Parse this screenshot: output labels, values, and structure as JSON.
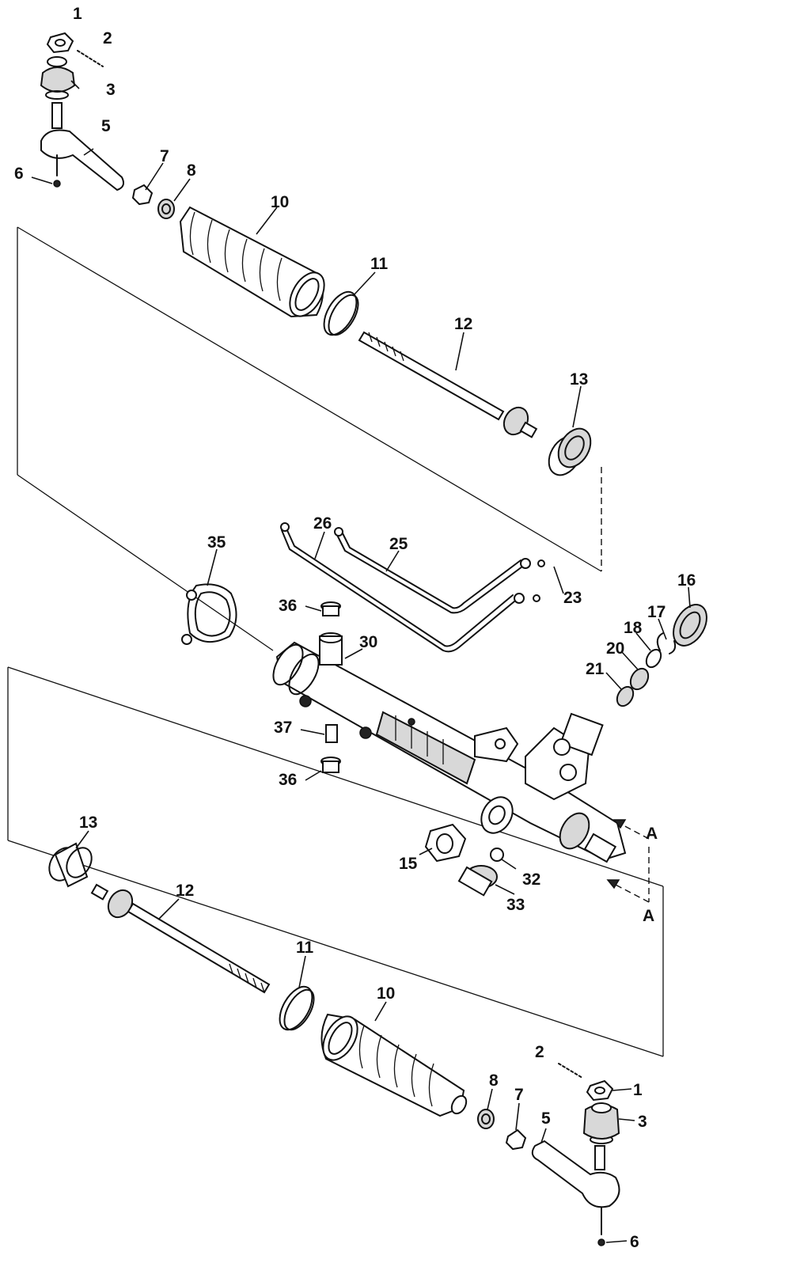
{
  "labels": {
    "top": {
      "n1": "1",
      "n2": "2",
      "n3": "3",
      "n5": "5",
      "n6": "6",
      "n7": "7",
      "n8": "8",
      "n10": "10",
      "n11": "11",
      "n12": "12",
      "n13": "13"
    },
    "mid": {
      "n16": "16",
      "n17": "17",
      "n18": "18",
      "n20": "20",
      "n21": "21",
      "n23": "23",
      "n25": "25",
      "n26": "26",
      "n30": "30",
      "n35": "35",
      "n36a": "36",
      "n36b": "36",
      "n37": "37"
    },
    "lower": {
      "n13": "13",
      "n12": "12",
      "n15": "15",
      "n32": "32",
      "n33": "33",
      "nA1": "A",
      "nA2": "A"
    },
    "bottom": {
      "n11": "11",
      "n10": "10",
      "n2": "2",
      "n1": "1",
      "n3": "3",
      "n8": "8",
      "n7": "7",
      "n5": "5",
      "n6": "6"
    }
  }
}
